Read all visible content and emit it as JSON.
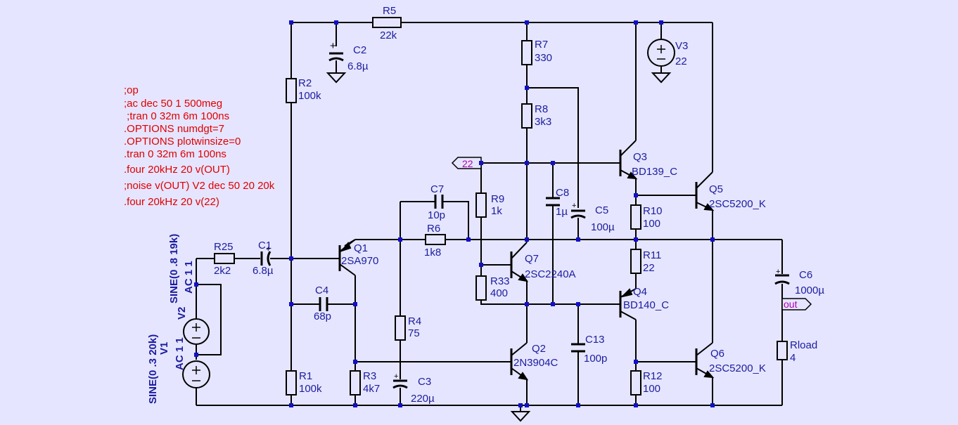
{
  "labels": {
    "r5": [
      "R5",
      "22k"
    ],
    "c2": [
      "C2",
      "6.8µ"
    ],
    "r2": [
      "R2",
      "100k"
    ],
    "r7": [
      "R7",
      "330"
    ],
    "r8": [
      "R8",
      "3k3"
    ],
    "v3": [
      "V3",
      "22"
    ],
    "q3": [
      "Q3",
      "BD139_C"
    ],
    "q5": [
      "Q5",
      "2SC5200_K"
    ],
    "r10": [
      "R10",
      "100"
    ],
    "r11": [
      "R11",
      "22"
    ],
    "q4": [
      "Q4",
      "BD140_C"
    ],
    "r9": [
      "R9",
      "1k"
    ],
    "r33": [
      "R33",
      "400"
    ],
    "c8": [
      "C8",
      "1µ"
    ],
    "c5": [
      "C5",
      "100µ"
    ],
    "q7": [
      "Q7",
      "2SC2240A"
    ],
    "c7": [
      "C7",
      "10p"
    ],
    "r6": [
      "R6",
      "1k8"
    ],
    "q1": [
      "Q1",
      "2SA970"
    ],
    "r25": [
      "R25",
      "2k2"
    ],
    "c1": [
      "C1",
      "6.8µ"
    ],
    "c4": [
      "C4",
      "68p"
    ],
    "r4": [
      "R4",
      "75"
    ],
    "c3": [
      "C3",
      "220µ"
    ],
    "r3": [
      "R3",
      "4k7"
    ],
    "r1": [
      "R1",
      "100k"
    ],
    "q2": [
      "Q2",
      "2N3904C"
    ],
    "c13": [
      "C13",
      "100p"
    ],
    "r12": [
      "R12",
      "100"
    ],
    "q6": [
      "Q6",
      "2SC5200_K"
    ],
    "c6": [
      "C6",
      "1000µ"
    ],
    "rload": [
      "Rload",
      "4"
    ],
    "v2": [
      "V2",
      "AC 1 1",
      "SINE(0 .8 19k)"
    ],
    "v1": [
      "V1",
      "AC 1 1",
      "SINE(0 .3 20k)"
    ]
  },
  "netlabels": {
    "n22": "22",
    "out": "out"
  },
  "directives": [
    ";op",
    ";ac dec 50 1 500meg",
    " ;tran 0 32m 6m 100ns",
    ".OPTIONS numdgt=7",
    ".OPTIONS plotwinsize=0",
    ".tran 0 32m 6m 100ns",
    ".four 20kHz 20 v(OUT)",
    ";noise v(OUT) V2 dec 50 20 20k",
    ".four 20kHz 20 v(22)"
  ],
  "colors": {
    "background": "#e5e5ff",
    "component_label": "#1c1c9e",
    "directive": "#e00000",
    "net_label": "#b000b0",
    "wire": "#000000",
    "junction": "#1010c8"
  }
}
